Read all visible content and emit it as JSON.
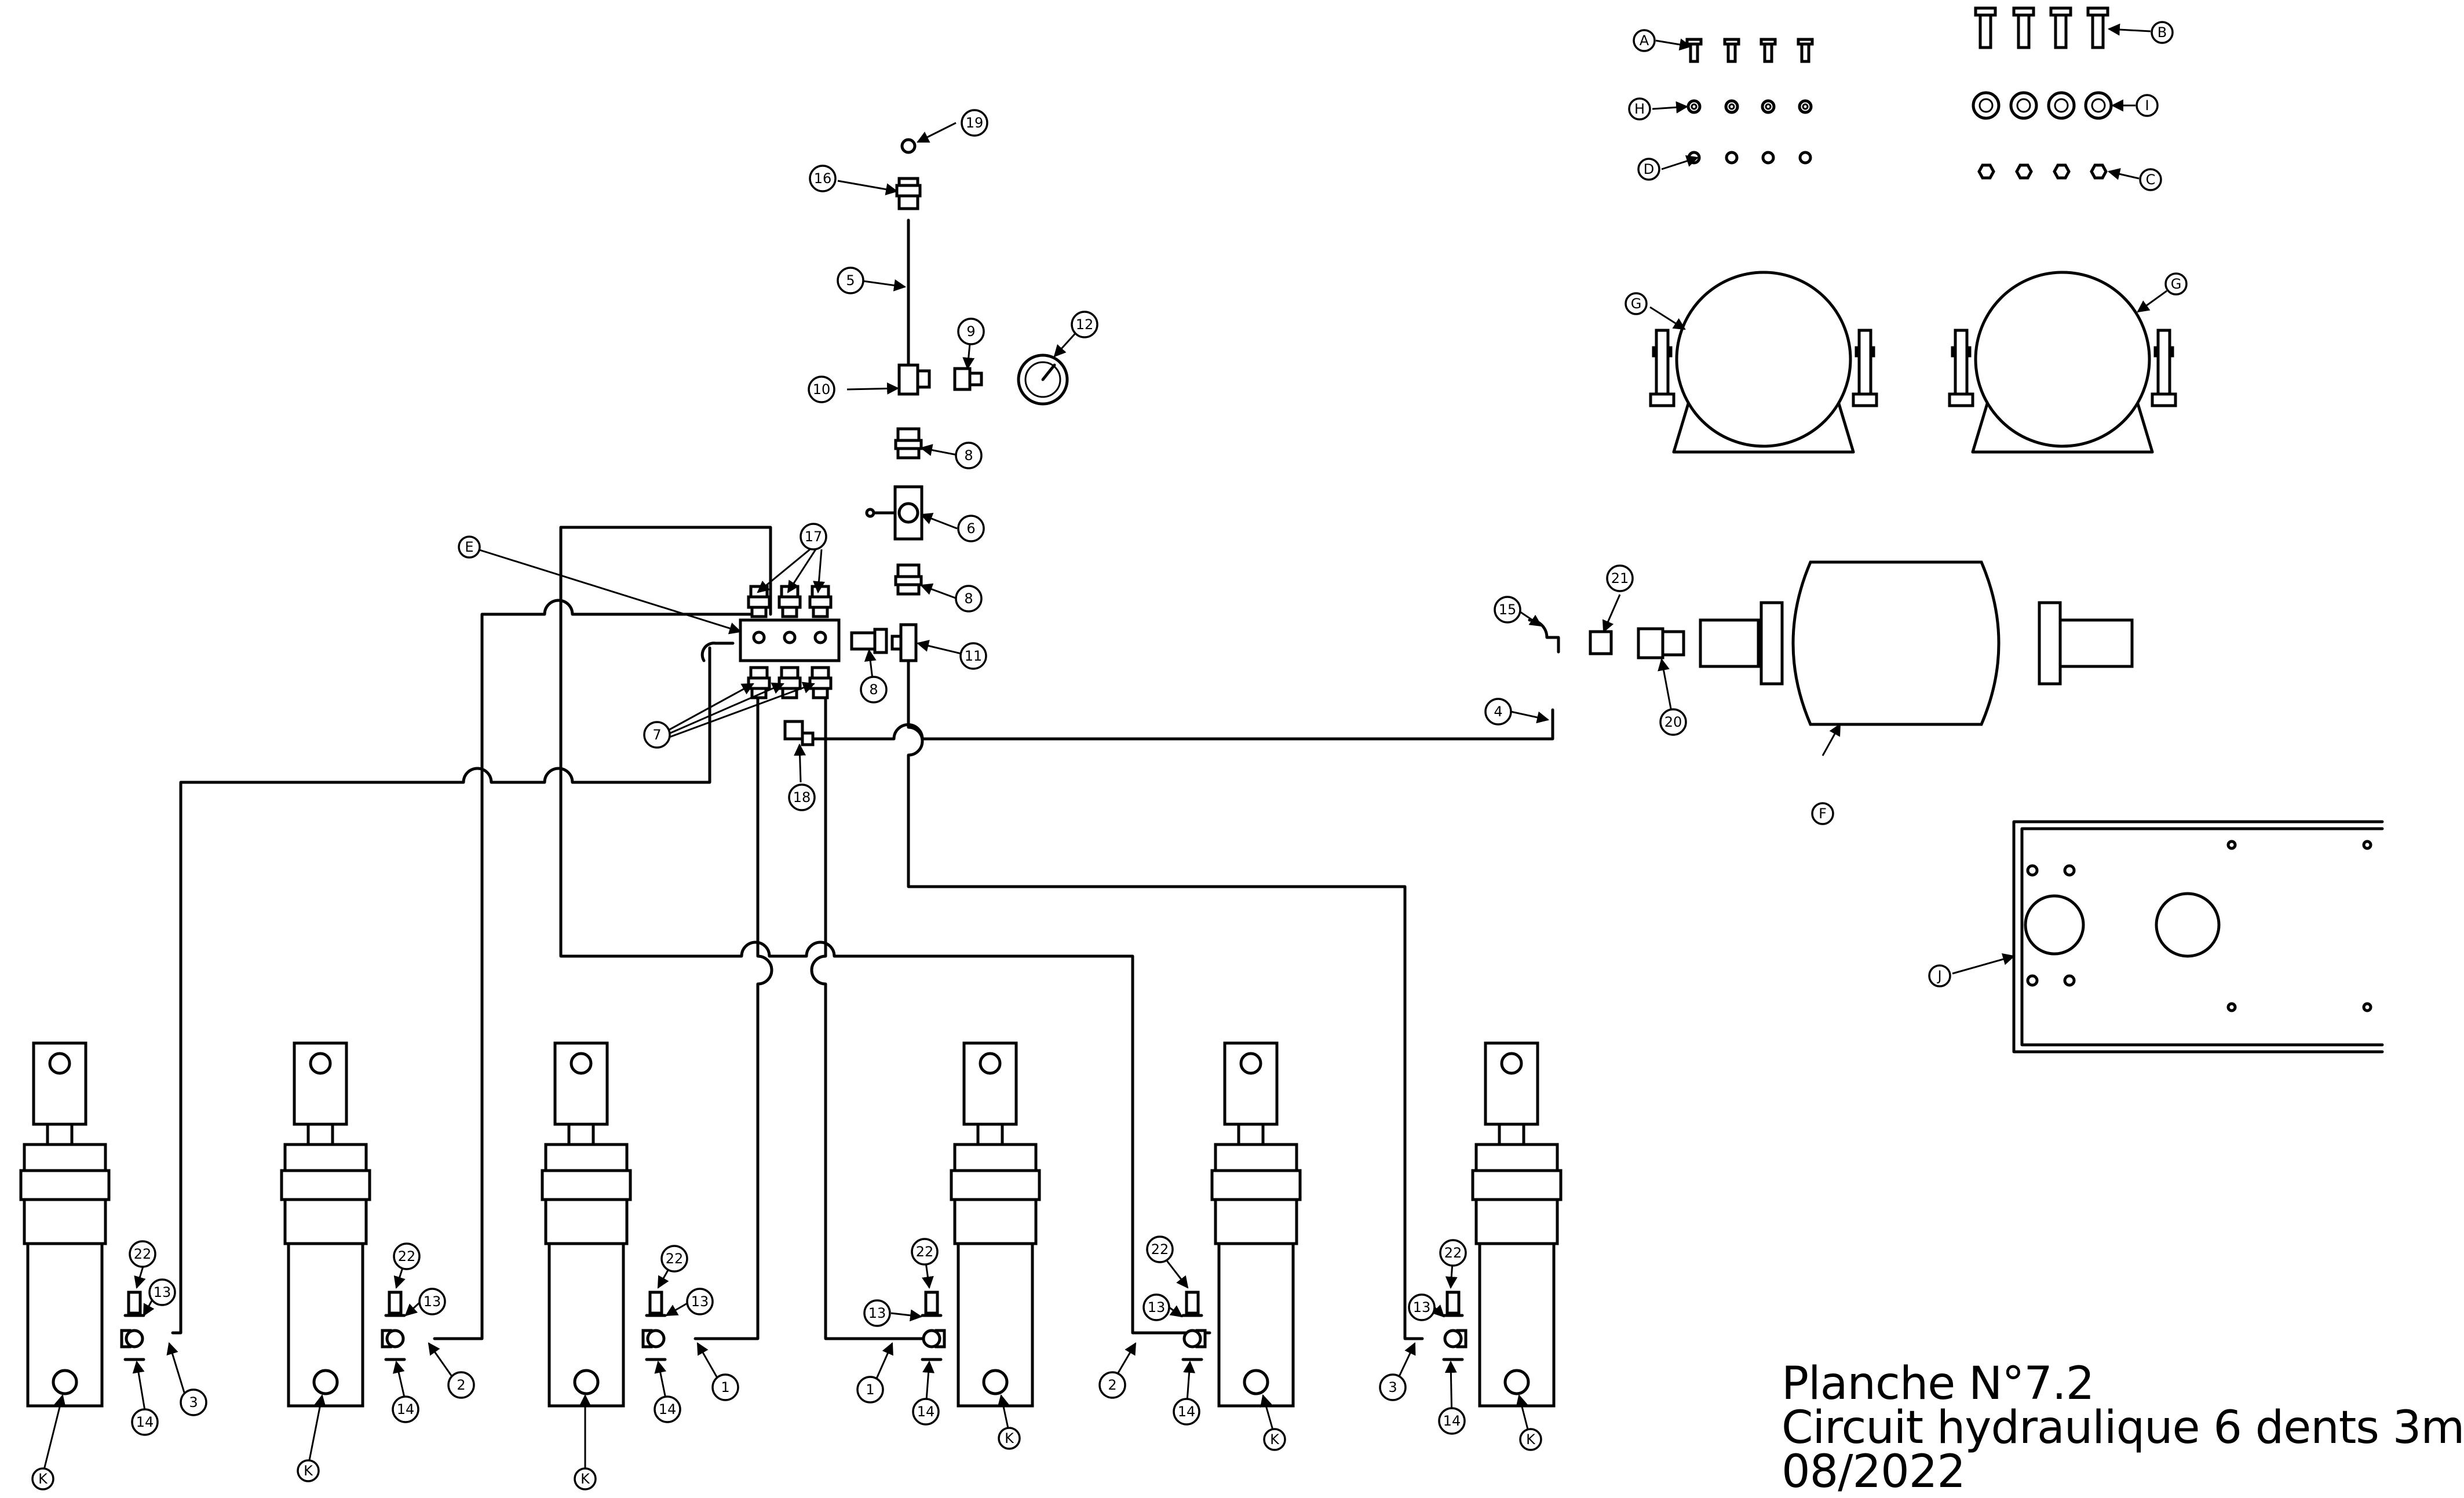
{
  "title_block": {
    "sheet": "Planche N°7.2",
    "description": "Circuit hydraulique 6 dents 3m",
    "date": "08/2022"
  },
  "callouts": {
    "A": "A",
    "B": "B",
    "C": "C",
    "D": "D",
    "E": "E",
    "F": "F",
    "G": "G",
    "H": "H",
    "I": "I",
    "J": "J",
    "K": "K",
    "n1": "1",
    "n2": "2",
    "n3": "3",
    "n4": "4",
    "n5": "5",
    "n6": "6",
    "n7": "7",
    "n8": "8",
    "n9": "9",
    "n10": "10",
    "n11": "11",
    "n12": "12",
    "n13": "13",
    "n14": "14",
    "n15": "15",
    "n16": "16",
    "n17": "17",
    "n18": "18",
    "n19": "19",
    "n20": "20",
    "n21": "21",
    "n22": "22"
  }
}
